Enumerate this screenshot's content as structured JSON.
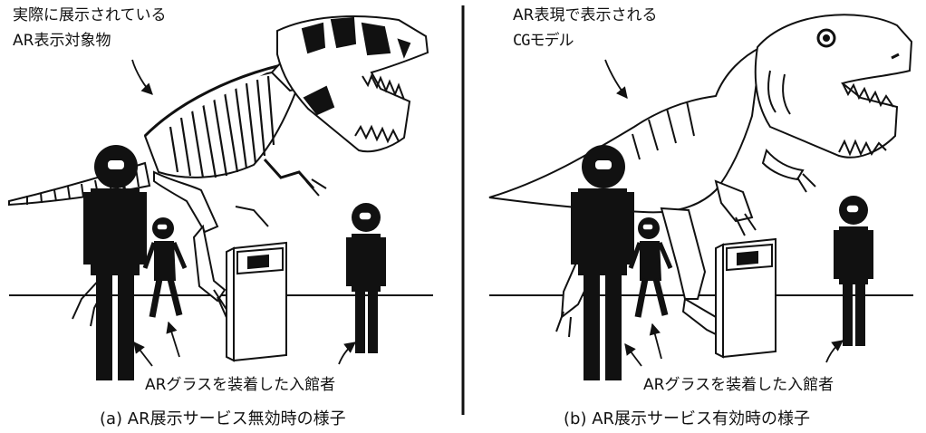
{
  "panel_a": {
    "label_top_line1": "実際に展示されている",
    "label_top_line2": "AR表示対象物",
    "label_visitor": "ARグラスを装着した入館者",
    "caption": "(a) AR展示サービス無効時の様子"
  },
  "panel_b": {
    "label_top_line1": "AR表現で表示される",
    "label_top_line2": "CGモデル",
    "label_visitor": "ARグラスを装着した入館者",
    "caption": "(b) AR展示サービス有効時の様子"
  }
}
